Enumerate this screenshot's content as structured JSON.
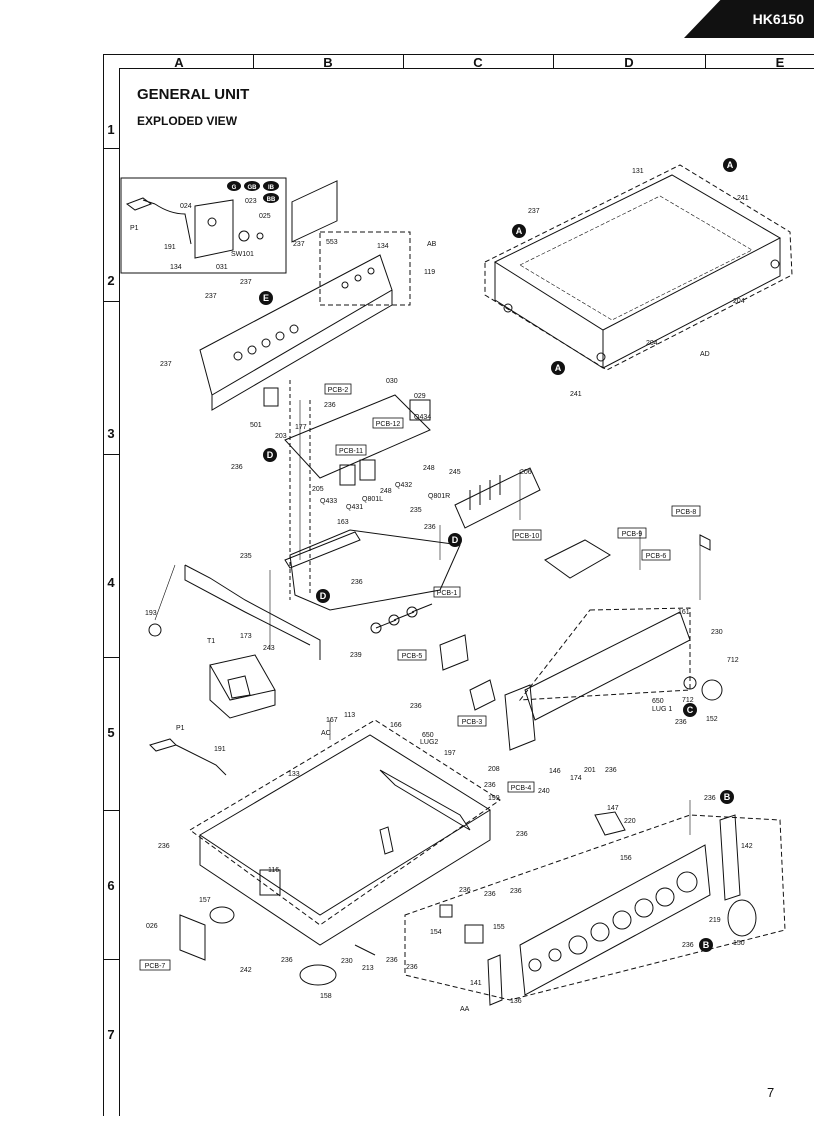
{
  "model_tab": "HK6150",
  "title": "GENERAL UNIT",
  "subtitle": "EXPLODED VIEW",
  "page_number": "7",
  "grid": {
    "columns": [
      "A",
      "B",
      "C",
      "D",
      "E"
    ],
    "rows": [
      "1",
      "2",
      "3",
      "4",
      "5",
      "6",
      "7"
    ]
  },
  "inset_badges": [
    "G",
    "GB",
    "IB",
    "BB"
  ],
  "part_labels": {
    "l131": "131",
    "l237a": "237",
    "l241a": "241",
    "l204a": "204",
    "l204b": "204",
    "lAD": "AD",
    "l241b": "241",
    "l024": "024",
    "l023": "023",
    "l025": "025",
    "lP1a": "P1",
    "l191a": "191",
    "l134a": "134",
    "l031": "031",
    "lSW101": "SW101",
    "l553": "553",
    "l134b": "134",
    "lAB": "AB",
    "l119": "119",
    "l237b": "237",
    "l237c": "237",
    "l237d": "237",
    "l237e": "237",
    "l501": "501",
    "l236a": "236",
    "l177": "177",
    "l203": "203",
    "l030": "030",
    "l029": "029",
    "lQ434": "Q434",
    "l236b": "236",
    "l205": "205",
    "lQ431": "Q431",
    "lQ801L": "Q801L",
    "l248a": "248",
    "lQ432": "Q432",
    "l248b": "248",
    "lQ801R": "Q801R",
    "l245": "245",
    "l206": "206",
    "l235a": "235",
    "lQ433": "Q433",
    "l163": "163",
    "l236c": "236",
    "l235b": "235",
    "l236d": "236",
    "l239": "239",
    "l193": "193",
    "lT1": "T1",
    "l243": "243",
    "l173": "173",
    "l161": "161",
    "l230a": "230",
    "l712a": "712",
    "l712b": "712",
    "l650a": "650",
    "lLUG1": "LUG 1",
    "l152": "152",
    "l236e": "236",
    "l236f": "236",
    "l650b": "650",
    "lLUG2": "LUG2",
    "l197": "197",
    "l167": "167",
    "l113": "113",
    "l166": "166",
    "lAC": "AC",
    "lP1b": "P1",
    "l191b": "191",
    "l133": "133",
    "l208": "208",
    "l146": "146",
    "l174": "174",
    "l201": "201",
    "l236g": "236",
    "l240": "240",
    "l236h": "236",
    "l199": "199",
    "l236i": "236",
    "l147": "147",
    "l220": "220",
    "l236j": "236",
    "l156": "156",
    "l142": "142",
    "l236k": "236",
    "l116": "116",
    "l157": "157",
    "l026": "026",
    "l236l": "236",
    "l236m": "236",
    "l236n": "236",
    "l219": "219",
    "l150": "150",
    "l154": "154",
    "l155": "155",
    "l236o": "236",
    "l242": "242",
    "l236p": "236",
    "l230b": "230",
    "l213": "213",
    "l236q": "236",
    "l236r": "236",
    "l158": "158",
    "l141": "141",
    "l136": "136",
    "lAA": "AA"
  },
  "pcb_labels": {
    "pcb2": "PCB-2",
    "pcb12": "PCB-12",
    "pcb11": "PCB-11",
    "pcb10": "PCB-10",
    "pcb8": "PCB-8",
    "pcb9": "PCB-9",
    "pcb6": "PCB-6",
    "pcb1": "PCB-1",
    "pcb5": "PCB-5",
    "pcb3": "PCB-3",
    "pcb4": "PCB-4",
    "pcb7": "PCB-7"
  },
  "callouts": {
    "A": "A",
    "B": "B",
    "C": "C",
    "D": "D",
    "E": "E"
  }
}
